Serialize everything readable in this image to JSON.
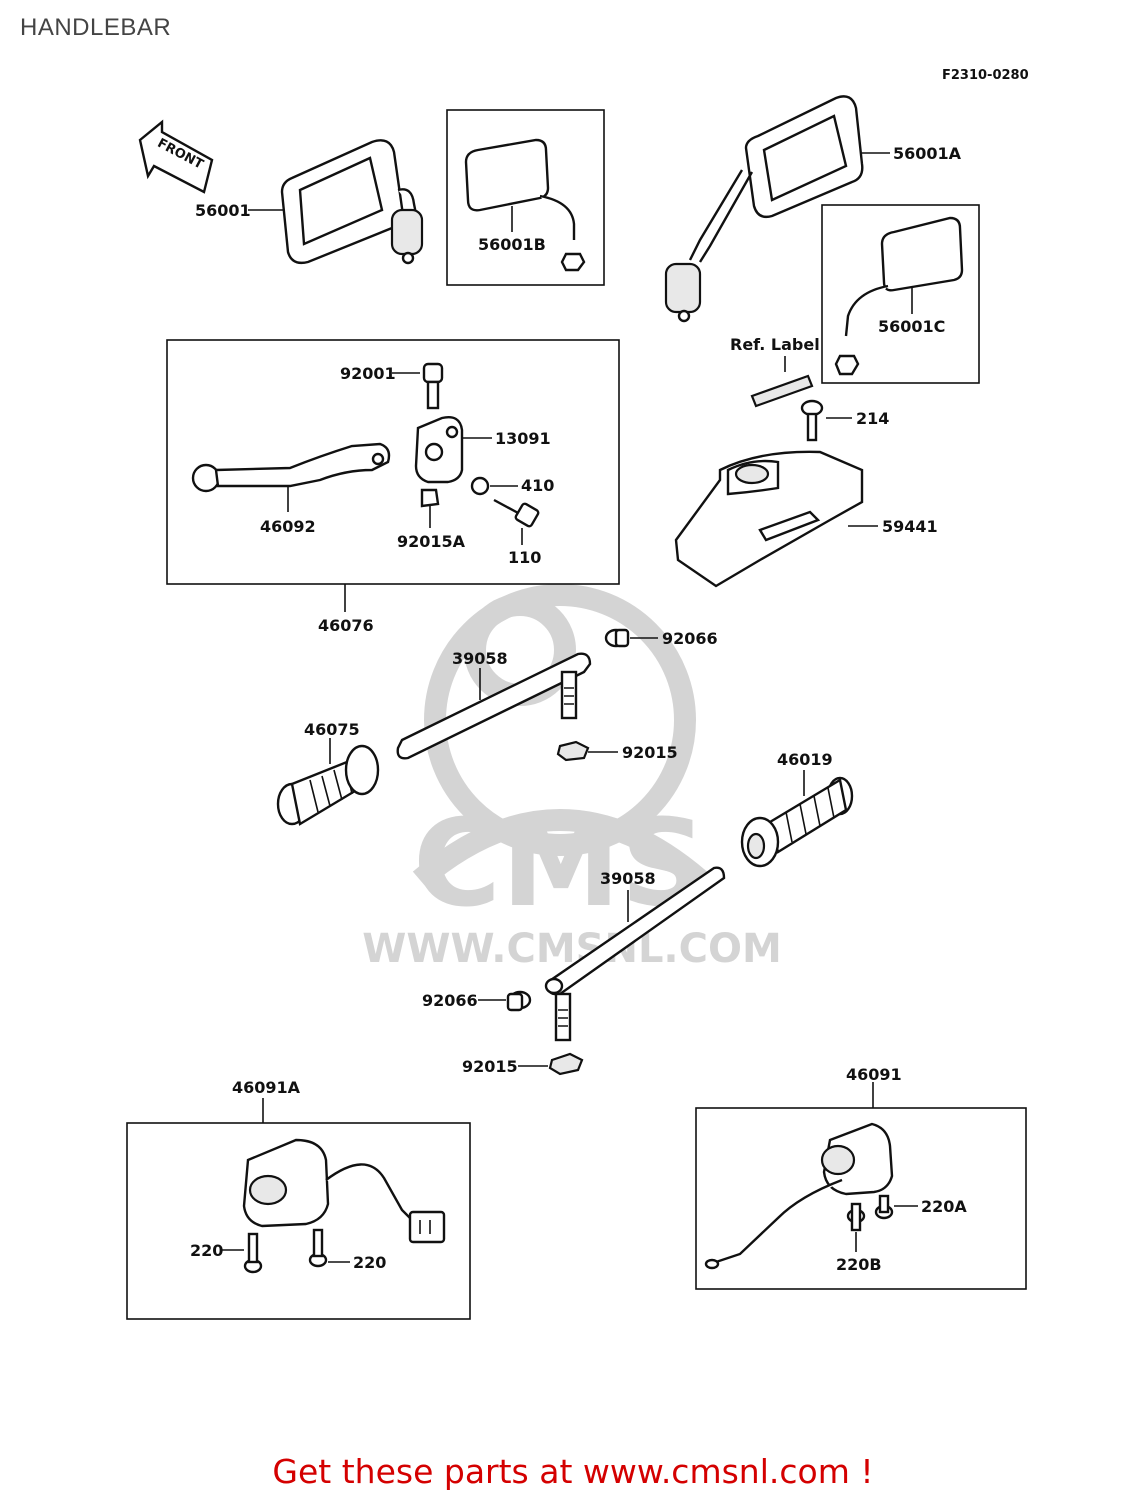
{
  "title": "HANDLEBAR",
  "diagram_code": "F2310-0280",
  "front_arrow_label": "FRONT",
  "ref_label": "Ref. Label",
  "watermark": {
    "logo": "CMS",
    "url": "WWW.CMSNL.COM"
  },
  "parts": {
    "p56001": "56001",
    "p56001A": "56001A",
    "p56001B": "56001B",
    "p56001C": "56001C",
    "p92001": "92001",
    "p13091": "13091",
    "p410": "410",
    "p46092": "46092",
    "p92015A": "92015A",
    "p110": "110",
    "p46076": "46076",
    "p214": "214",
    "p59441": "59441",
    "p92066_top": "92066",
    "p39058_top": "39058",
    "p46075": "46075",
    "p92015_top": "92015",
    "p46019": "46019",
    "p39058_bottom": "39058",
    "p92066_bottom": "92066",
    "p92015_bottom": "92015",
    "p46091A": "46091A",
    "p220_left": "220",
    "p220_right": "220",
    "p46091": "46091",
    "p220A": "220A",
    "p220B": "220B"
  },
  "footer_text": "Get these parts at www.cmsnl.com !"
}
